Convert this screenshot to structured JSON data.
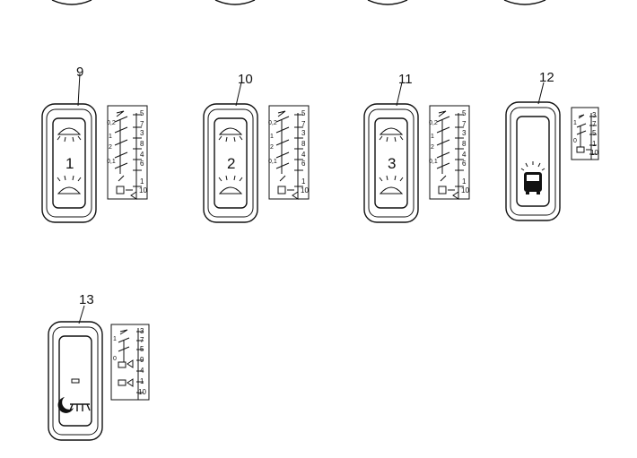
{
  "switches": [
    {
      "callout": "9",
      "panel_number": "1",
      "icon": "headlight-up-down-icon",
      "terminals": [
        "5",
        "7",
        "3",
        "8",
        "4",
        "6",
        "1",
        "10"
      ],
      "positions": [
        "0,2",
        "1",
        "2",
        "0,1"
      ]
    },
    {
      "callout": "10",
      "panel_number": "2",
      "icon": "headlight-up-down-icon",
      "terminals": [
        "5",
        "7",
        "3",
        "8",
        "4",
        "6",
        "1",
        "10"
      ],
      "positions": [
        "0,2",
        "1",
        "2",
        "0,1"
      ]
    },
    {
      "callout": "11",
      "panel_number": "3",
      "icon": "headlight-up-down-icon",
      "terminals": [
        "5",
        "7",
        "3",
        "8",
        "4",
        "6",
        "1",
        "10"
      ],
      "positions": [
        "0,2",
        "1",
        "2",
        "0,1"
      ]
    },
    {
      "callout": "12",
      "panel_number": "",
      "icon": "bus-hazard-light-icon",
      "terminals": [
        "3",
        "7",
        "5",
        "1",
        "10"
      ],
      "positions": [
        "1",
        "0"
      ]
    },
    {
      "callout": "13",
      "panel_number": "",
      "icon": "interior-light-moon-icon",
      "terminals": [
        "3",
        "7",
        "5",
        "9",
        "4",
        "1",
        "10"
      ],
      "positions": [
        "1",
        "0"
      ]
    }
  ]
}
